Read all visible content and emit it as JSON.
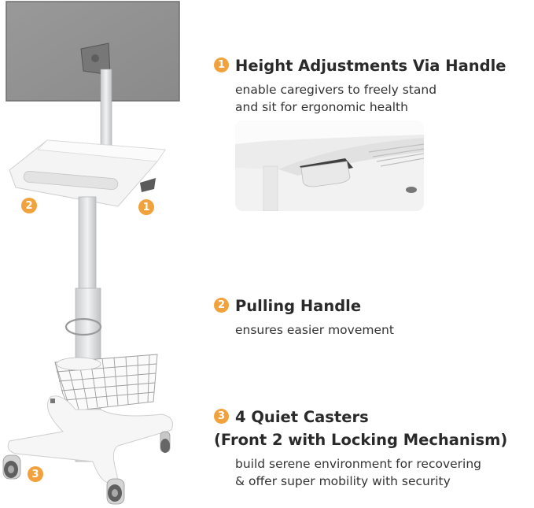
{
  "features": [
    {
      "number": "1",
      "title": "Height Adjustments Via Handle",
      "description_lines": [
        "enable caregivers to freely stand",
        "and sit for ergonomic health"
      ]
    },
    {
      "number": "2",
      "title": "Pulling Handle",
      "description_lines": [
        "ensures easier movement"
      ]
    },
    {
      "number": "3",
      "title_lines": [
        "4 Quiet Casters",
        "(Front 2 with Locking Mechanism)"
      ],
      "description_lines": [
        "build serene environment for recovering",
        "& offer super mobility with security"
      ]
    }
  ],
  "markers": {
    "handle": "1",
    "pull": "2",
    "casters": "3"
  },
  "colors": {
    "accent": "#f2a23c",
    "monitor": "#8f8f8f",
    "frame": "#d9dadb"
  }
}
